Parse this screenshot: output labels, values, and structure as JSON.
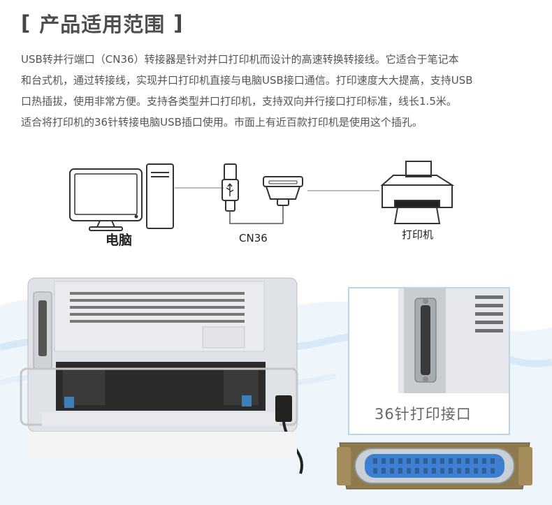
{
  "title": {
    "bracket_open": "[",
    "text": "产品适用范围",
    "bracket_close": "]"
  },
  "description": {
    "lines": [
      "USB转并行端口（CN36）转接器是针对并口打印机而设计的高速转换转接线。它适合于笔记本",
      "和台式机，通过转接线，实现并口打印机直接与电脑USB接口通信。打印速度大大提高，支持USB",
      "口热插拔，使用非常方便。支持各类型并口打印机，支持双向并行接口打印标准，线长1.5米。",
      "适合将打印机的36针转接电脑USB插口使用。市面上有近百款打印机是使用这个插孔。"
    ]
  },
  "diagram": {
    "computer_label": "电脑",
    "cable_label": "CN36",
    "printer_label": "打印机",
    "icons": [
      "computer-icon",
      "usb-plug-icon",
      "cn36-connector-icon",
      "printer-icon"
    ]
  },
  "photo": {
    "inset_label": "36针打印接口",
    "colors": {
      "printer_body": "#e4e6e9",
      "connector_blue": "#3e7fd0",
      "accent_swoosh": "#cfe3f5"
    }
  }
}
